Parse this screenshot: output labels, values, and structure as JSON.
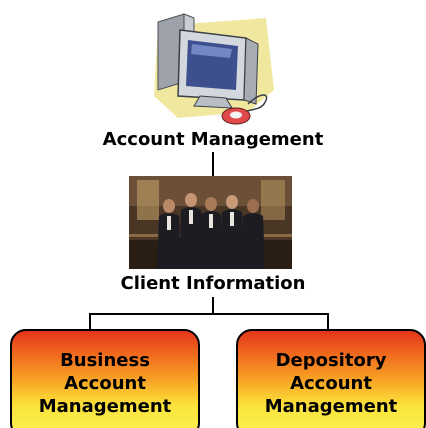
{
  "top_node": {
    "label": "Account Management",
    "icon": "computer-icon"
  },
  "middle_node": {
    "label": "Client Information",
    "image": "business-team-photo"
  },
  "children": [
    {
      "line1": "Business",
      "line2": "Account",
      "line3": "Management"
    },
    {
      "line1": "Depository",
      "line2": "Account",
      "line3": "Management"
    }
  ],
  "colors": {
    "box_top": "#e4361a",
    "box_middle": "#f8a826",
    "box_bottom": "#fdf356",
    "connector": "#000000"
  }
}
